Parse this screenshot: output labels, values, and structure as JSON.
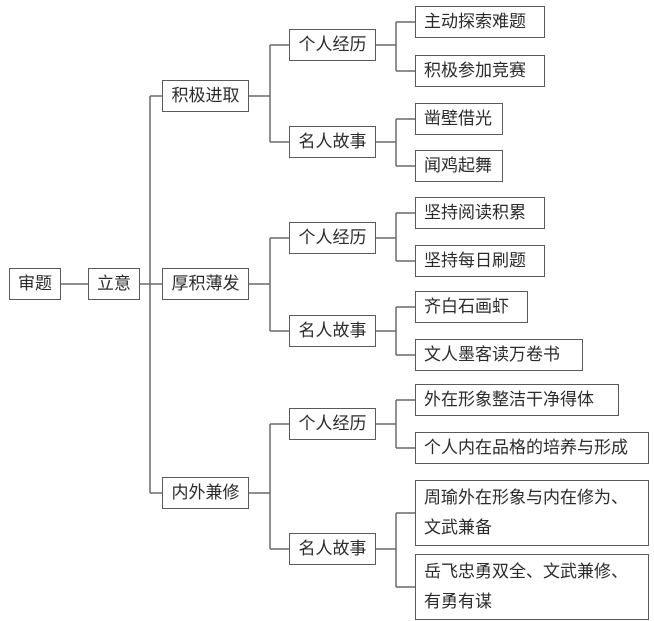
{
  "root": "审题",
  "level1": "立意",
  "branches": [
    {
      "label": "积极进取",
      "groups": [
        {
          "label": "个人经历",
          "items": [
            "主动探索难题",
            "积极参加竞赛"
          ]
        },
        {
          "label": "名人故事",
          "items": [
            "凿壁借光",
            "闻鸡起舞"
          ]
        }
      ]
    },
    {
      "label": "厚积薄发",
      "groups": [
        {
          "label": "个人经历",
          "items": [
            "坚持阅读积累",
            "坚持每日刷题"
          ]
        },
        {
          "label": "名人故事",
          "items": [
            "齐白石画虾",
            "文人墨客读万卷书"
          ]
        }
      ]
    },
    {
      "label": "内外兼修",
      "groups": [
        {
          "label": "个人经历",
          "items": [
            "外在形象整洁干净得体",
            "个人内在品格的培养与形成"
          ]
        },
        {
          "label": "名人故事",
          "items": [
            "周瑜外在形象与内在修为、文武兼备",
            "岳飞忠勇双全、文武兼修、有勇有谋"
          ]
        }
      ]
    }
  ]
}
